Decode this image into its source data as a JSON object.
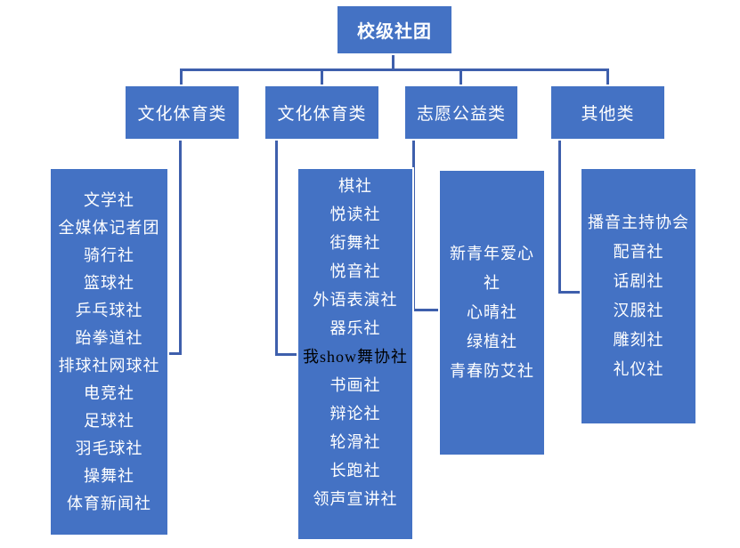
{
  "diagram": {
    "title": "校级社团",
    "colors": {
      "box_fill": "#4472C4",
      "box_border": "#FFFFFF",
      "connector": "#3E5FAC",
      "text": "#FFFFFF",
      "special_item_text": "#000000"
    },
    "root": {
      "label": "校级社团"
    },
    "categories": [
      {
        "label": "文化体育类"
      },
      {
        "label": "文化体育类"
      },
      {
        "label": "志愿公益类"
      },
      {
        "label": "其他类"
      }
    ],
    "lists": [
      {
        "items": [
          "文学社",
          "全媒体记者团",
          "骑行社",
          "篮球社",
          "乒乓球社",
          "跆拳道社",
          "排球社网球社",
          "电竞社",
          "足球社",
          "羽毛球社",
          "操舞社",
          "体育新闻社"
        ]
      },
      {
        "items": [
          "棋社",
          "悦读社",
          "街舞社",
          "悦音社",
          "外语表演社",
          "器乐社",
          "我show舞协社",
          "书画社",
          "辩论社",
          "轮滑社",
          "长跑社",
          "领声宣讲社"
        ],
        "special_item_index": 6,
        "special_item_color": "#000000"
      },
      {
        "items": [
          "新青年爱心\n社",
          "心晴社",
          "绿植社",
          "青春防艾社"
        ]
      },
      {
        "items": [
          "播音主持协会",
          "配音社",
          "话剧社",
          "汉服社",
          "雕刻社",
          "礼仪社"
        ]
      }
    ]
  }
}
